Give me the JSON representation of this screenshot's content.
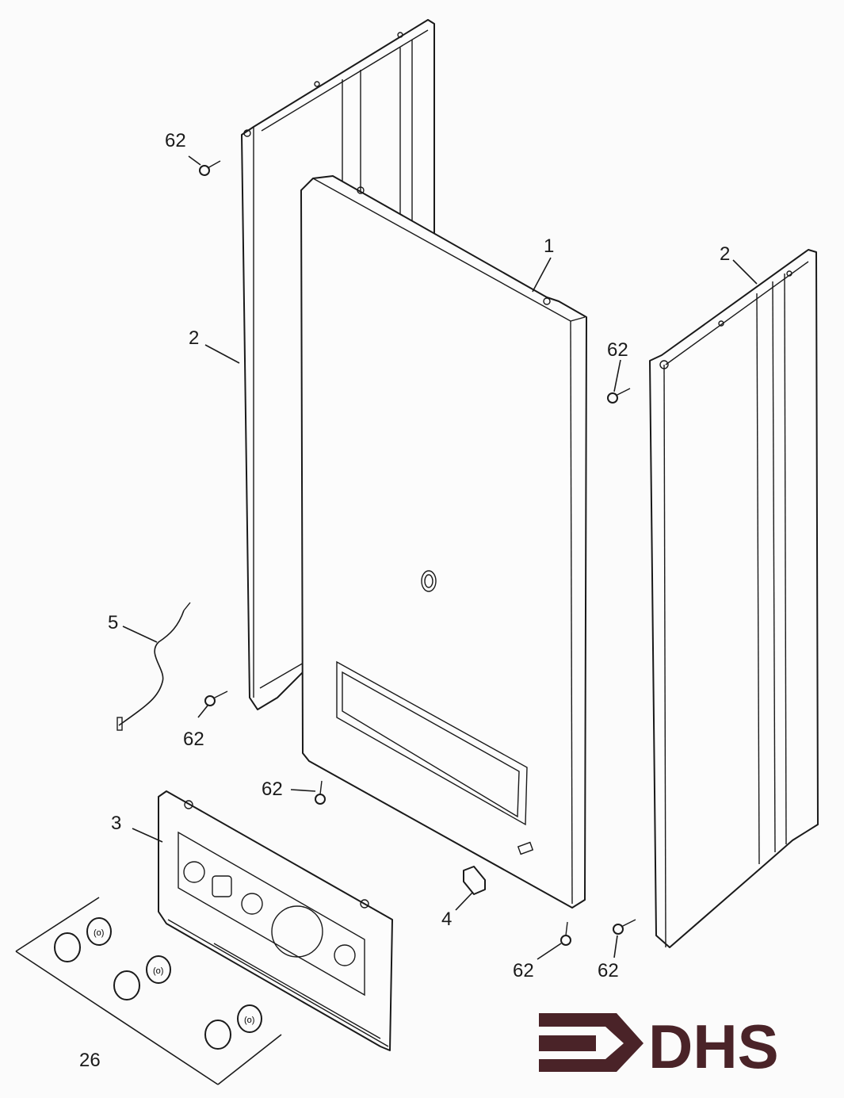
{
  "callouts": {
    "front_panel": "1",
    "side_panel_left": "2",
    "side_panel_right": "2",
    "control_fascia": "3",
    "clip": "4",
    "cable": "5",
    "knobs": "26",
    "screw_top_left": "62",
    "screw_right": "62",
    "screw_mid_left": "62",
    "screw_bottom_center": "62",
    "screw_bottom_a": "62",
    "screw_bottom_b": "62"
  },
  "logo": {
    "text": "DHS",
    "color": "#4a2328"
  }
}
